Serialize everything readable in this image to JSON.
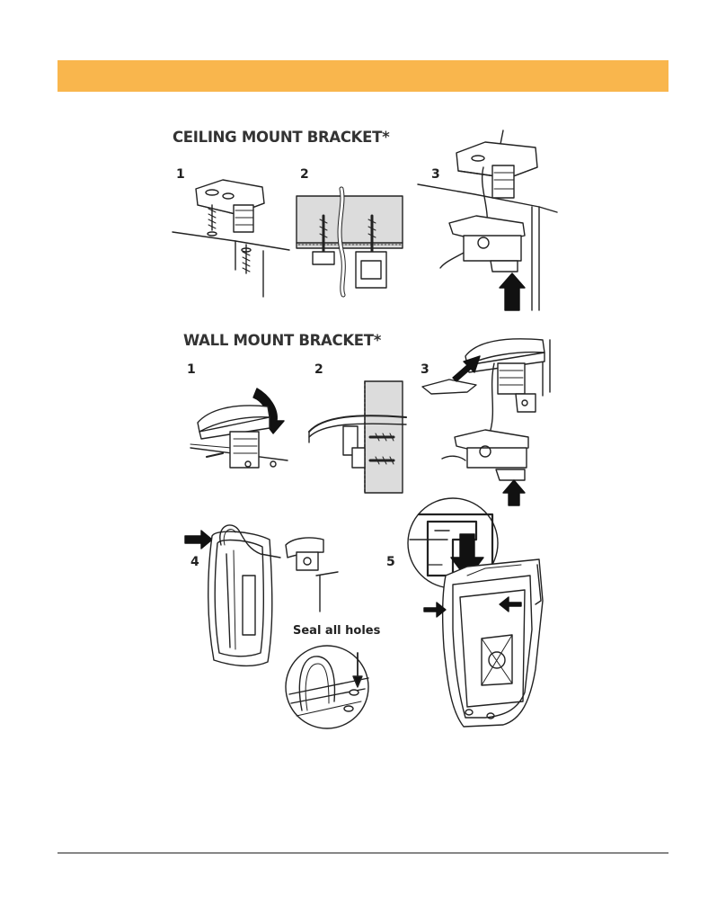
{
  "sections": {
    "ceiling": {
      "title": "CEILING MOUNT BRACKET*",
      "steps": [
        "1",
        "2",
        "3"
      ]
    },
    "wall": {
      "title": "WALL MOUNT BRACKET*",
      "steps": [
        "1",
        "2",
        "3"
      ]
    },
    "final": {
      "steps": [
        "4",
        "5"
      ],
      "callout": "Seal all holes"
    }
  },
  "colors": {
    "banner": "#f9b64d",
    "wall_fill": "#dcdcdc",
    "line": "#222222"
  }
}
